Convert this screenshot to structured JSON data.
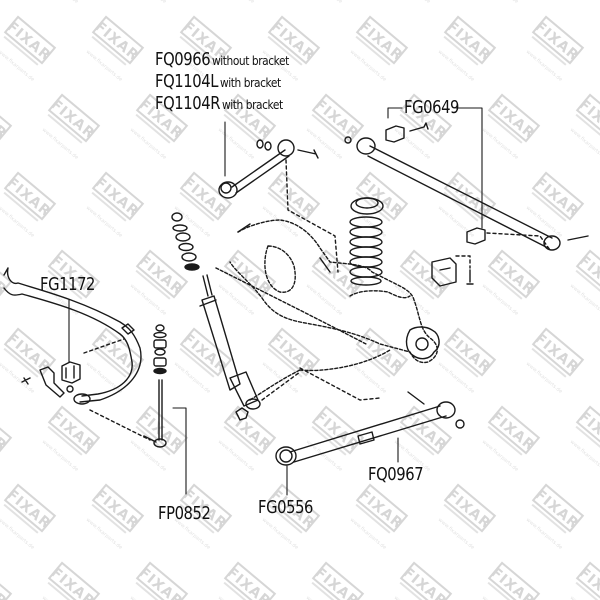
{
  "diagram": {
    "type": "exploded-parts-diagram",
    "subject": "rear suspension",
    "watermark": {
      "logo_text": "FIXAR",
      "color": "#d9d9d9"
    },
    "callouts": {
      "upper_arm": {
        "lines": [
          {
            "code": "FQ0966",
            "note": "without bracket"
          },
          {
            "code": "FQ1104L",
            "note": "with bracket"
          },
          {
            "code": "FQ1104R",
            "note": "with bracket"
          }
        ]
      },
      "fg0649": {
        "code": "FG0649"
      },
      "fg1172": {
        "code": "FG1172"
      },
      "fp0852": {
        "code": "FP0852"
      },
      "fg0556": {
        "code": "FG0556"
      },
      "fq0967": {
        "code": "FQ0967"
      }
    },
    "parts": [
      {
        "id": "upper-control-arm",
        "label_ref": "upper_arm"
      },
      {
        "id": "upper-link-bushing",
        "label_ref": "fg0649"
      },
      {
        "id": "stabilizer-bushing",
        "label_ref": "fg1172"
      },
      {
        "id": "stabilizer-link",
        "label_ref": "fp0852"
      },
      {
        "id": "lower-arm-bushing",
        "label_ref": "fg0556"
      },
      {
        "id": "lower-control-arm",
        "label_ref": "fq0967"
      },
      {
        "id": "coil-spring"
      },
      {
        "id": "shock-absorber"
      },
      {
        "id": "axle-housing"
      },
      {
        "id": "stabilizer-bar"
      },
      {
        "id": "bump-stop"
      }
    ],
    "colors": {
      "line": "#1a1a1a",
      "text": "#111111",
      "background": "#ffffff"
    }
  }
}
